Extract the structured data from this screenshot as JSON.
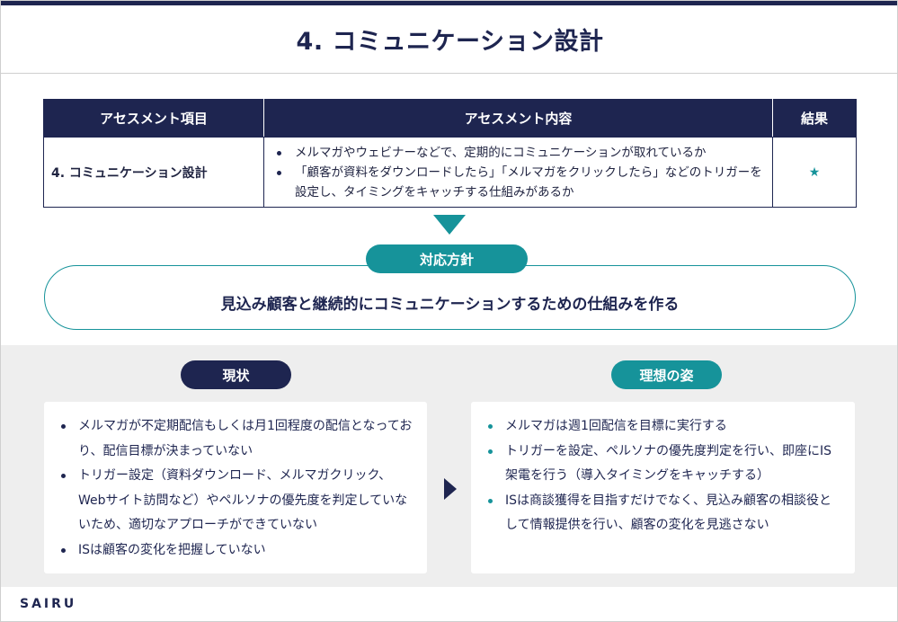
{
  "header": {
    "title": "4. コミュニケーション設計"
  },
  "table": {
    "headers": [
      "アセスメント項目",
      "アセスメント内容",
      "結果"
    ],
    "row": {
      "item": "4. コミュニケーション設計",
      "content": [
        "メルマガやウェビナーなどで、定期的にコミュニケーションが取れているか",
        "「顧客が資料をダウンロードしたら」「メルマガをクリックしたら」などのトリガーを設定し、タイミングをキャッチする仕組みがあるか"
      ],
      "result": "★"
    }
  },
  "policy": {
    "badge": "対応方針",
    "text": "見込み顧客と継続的にコミュニケーションするための仕組みを作る"
  },
  "current": {
    "label": "現状",
    "items": [
      "メルマガが不定期配信もしくは月1回程度の配信となっており、配信目標が決まっていない",
      "トリガー設定（資料ダウンロード、メルマガクリック、Webサイト訪問など）やペルソナの優先度を判定していないため、適切なアプローチができていない",
      "ISは顧客の変化を把握していない"
    ]
  },
  "ideal": {
    "label": "理想の姿",
    "items": [
      "メルマガは週1回配信を目標に実行する",
      "トリガーを設定、ペルソナの優先度判定を行い、即座にIS架電を行う（導入タイミングをキャッチする）",
      "ISは商談獲得を目指すだけでなく、見込み顧客の相談役として情報提供を行い、顧客の変化を見逃さない"
    ]
  },
  "footer": {
    "logo": "SAIRU"
  },
  "colors": {
    "navy": "#1e2550",
    "teal": "#16939a",
    "gray_bg": "#eeeeee"
  },
  "icons": {
    "result_mark": "star-icon",
    "flow_down": "triangle-down-icon",
    "flow_right": "triangle-right-icon"
  }
}
